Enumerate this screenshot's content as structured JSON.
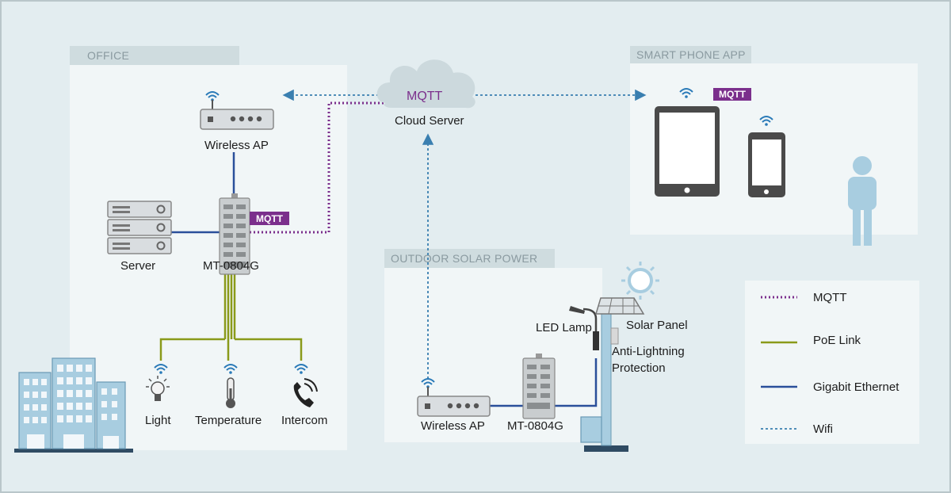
{
  "sections": {
    "office": "OFFICE",
    "smartphone": "SMART PHONE APP",
    "outdoor": "OUTDOOR SOLAR POWER"
  },
  "labels": {
    "wireless_ap_office": "Wireless AP",
    "server": "Server",
    "mt_office": "MT-0804G",
    "light": "Light",
    "temperature": "Temperature",
    "intercom": "Intercom",
    "cloud_mqtt": "MQTT",
    "cloud_server": "Cloud Server",
    "mqtt_badge_office": "MQTT",
    "mqtt_badge_phone": "MQTT",
    "led_lamp": "LED Lamp",
    "solar_panel": "Solar Panel",
    "anti_lightning_1": "Anti-Lightning",
    "anti_lightning_2": "Protection",
    "wireless_ap_outdoor": "Wireless AP",
    "mt_outdoor": "MT-0804G"
  },
  "legend": [
    {
      "label": "MQTT",
      "style": "dotted",
      "color": "#7b2f8c"
    },
    {
      "label": "PoE Link",
      "style": "solid",
      "color": "#8a9a1a"
    },
    {
      "label": "Gigabit Ethernet",
      "style": "solid",
      "color": "#2a4f9a"
    },
    {
      "label": "Wifi",
      "style": "dashed",
      "color": "#3a7fb0"
    }
  ],
  "colors": {
    "mqtt": "#7b2f8c",
    "poe": "#8a9a1a",
    "ethernet": "#2a4f9a",
    "wifi": "#3a7fb0",
    "icon_blue": "#8bbfd6"
  }
}
